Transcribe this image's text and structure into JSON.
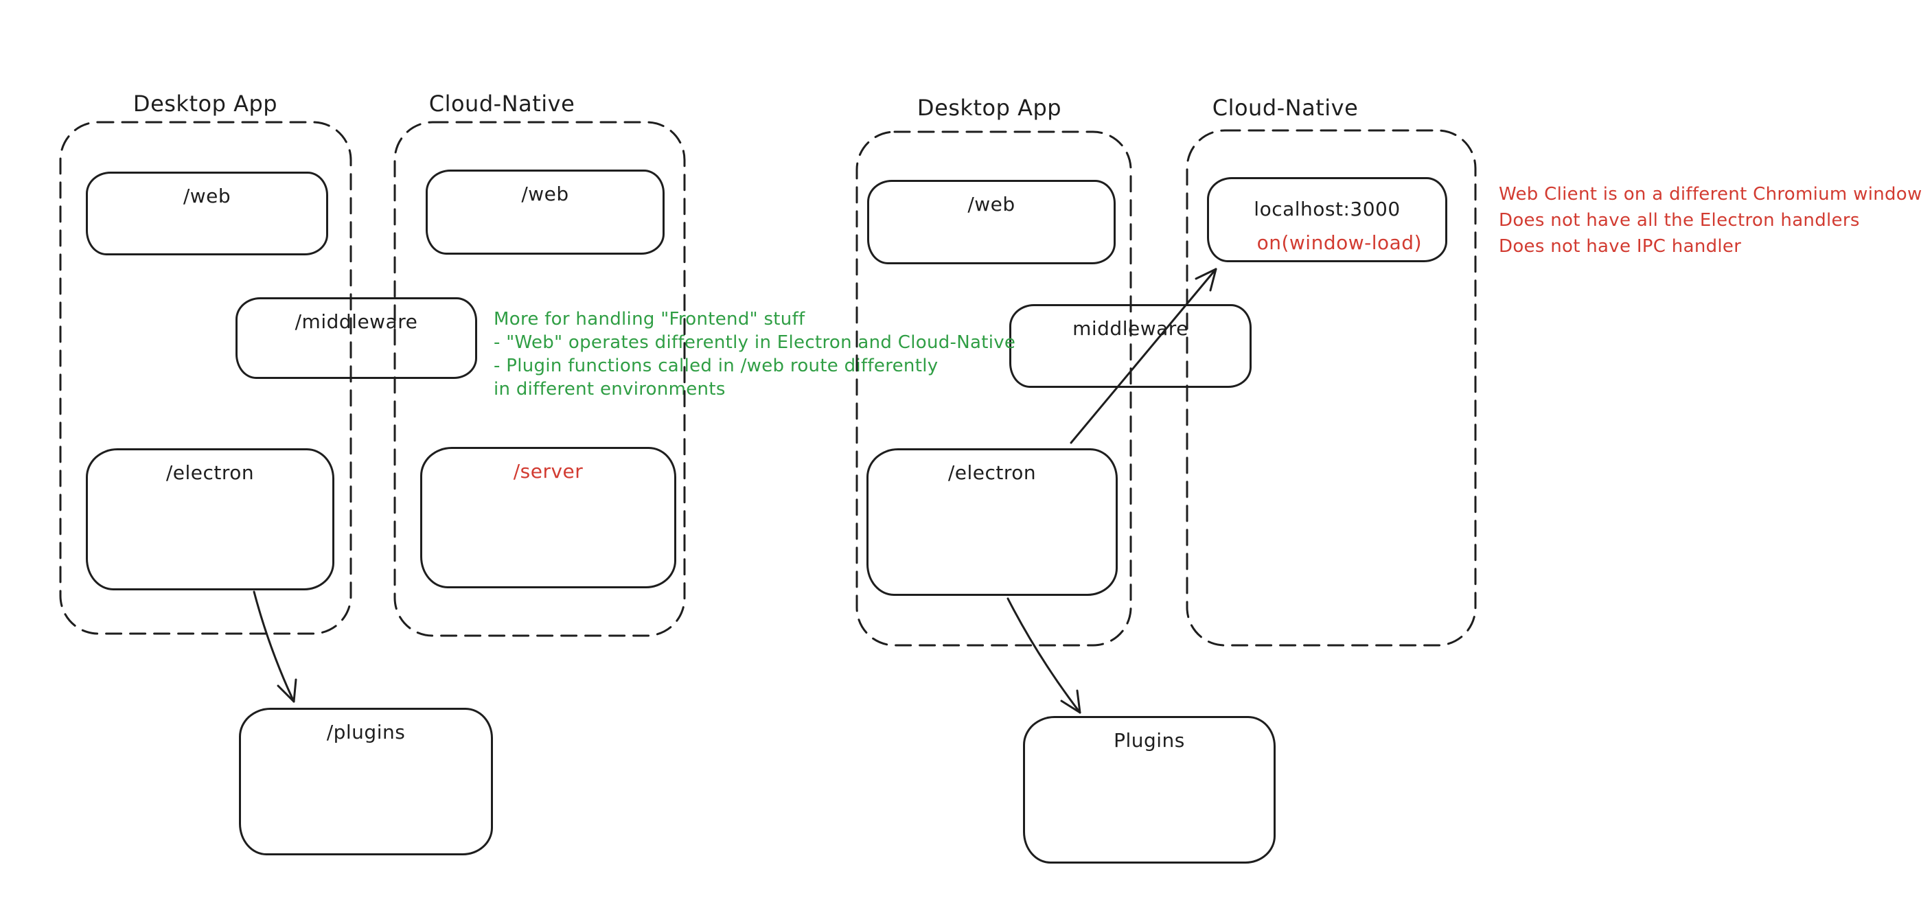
{
  "colors": {
    "ink": "#1e1e1e",
    "green": "#2f9e44",
    "red": "#d23b31",
    "background": "#ffffff"
  },
  "section_labels": {
    "left_desktop": "Desktop App",
    "left_cloud": "Cloud-Native",
    "right_desktop": "Desktop App",
    "right_cloud": "Cloud-Native"
  },
  "boxes": {
    "left_web_desktop": "/web",
    "left_web_cloud": "/web",
    "left_middleware": "/middleware",
    "left_electron": "/electron",
    "left_server": "/server",
    "left_plugins": "/plugins",
    "right_web": "/web",
    "right_localhost": "localhost:3000",
    "right_on_window_load": "on(window-load)",
    "right_middleware": "middleware",
    "right_electron": "/electron",
    "right_plugins": "Plugins"
  },
  "notes": {
    "green": {
      "lines": [
        "More for handling \"Frontend\" stuff",
        "- \"Web\" operates differently in Electron and Cloud-Native",
        "- Plugin functions called in /web route differently",
        "in different environments"
      ]
    },
    "red": {
      "lines": [
        "Web Client is on a different Chromium window",
        "Does not have all the Electron handlers",
        "Does not have IPC handler"
      ]
    }
  }
}
